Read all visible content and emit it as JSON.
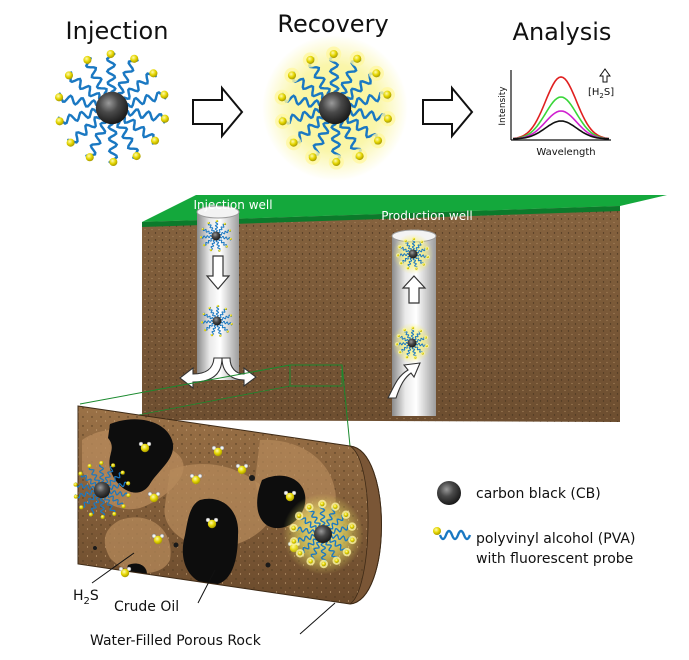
{
  "stages": {
    "injection": "Injection",
    "recovery": "Recovery",
    "analysis": "Analysis"
  },
  "spectrum": {
    "ylabel": "Intensity",
    "xlabel": "Wavelength",
    "h2s_bracket_open": "[H",
    "h2s_sub": "2",
    "h2s_bracket_close": "S]",
    "curve_colors": [
      "#e02020",
      "#39d639",
      "#d020d0",
      "#111111"
    ],
    "arrow": "up"
  },
  "wells": {
    "injection_well": "Injection well",
    "production_well": "Production well"
  },
  "legend": {
    "carbon_black": "carbon black (CB)",
    "pva_line1": "polyvinyl alcohol (PVA)",
    "pva_line2": "with fluorescent probe"
  },
  "labels": {
    "h2s_main": "H",
    "h2s_sub": "2",
    "h2s_tail": "S",
    "crude_oil": "Crude Oil",
    "rock": "Water-Filled Porous Rock"
  },
  "colors": {
    "ground_top": "#14a83c",
    "soil": "#7b5a3a",
    "pva_chain": "#1a78c2",
    "probe": "#e5d600",
    "glow": "#f4f07a",
    "cb_core": "#3c3c3c"
  }
}
